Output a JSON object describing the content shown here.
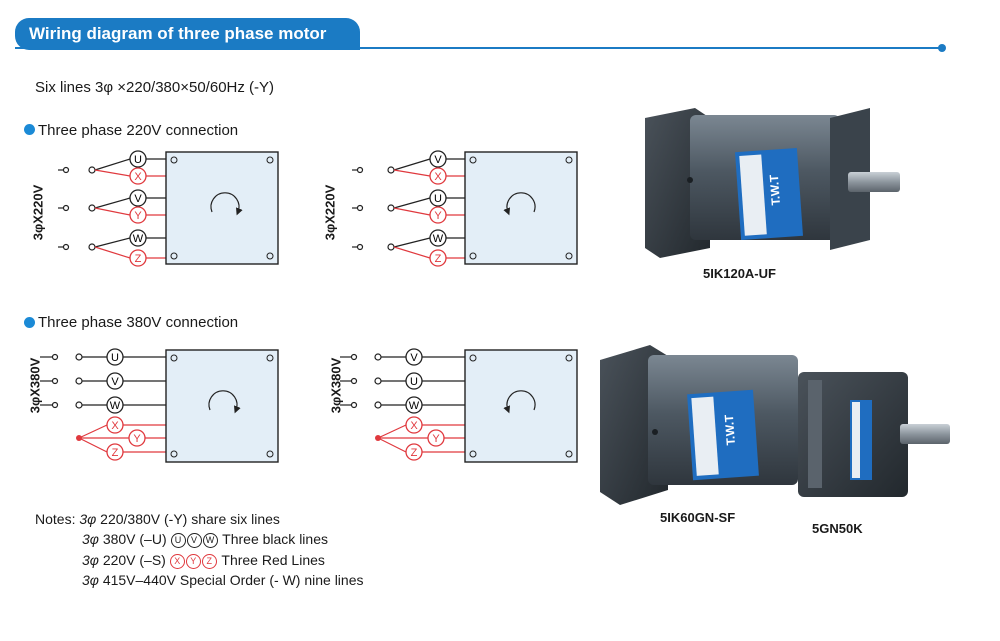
{
  "header": {
    "title": "Wiring diagram of three phase motor"
  },
  "spec_line": "Six lines 3φ ×220/380×50/60Hz (-Y)",
  "sections": {
    "s220": {
      "title": "Three phase 220V connection",
      "voltage": "3φX220V"
    },
    "s380": {
      "title": "Three phase 380V connection",
      "voltage": "3φX380V"
    }
  },
  "terminals": {
    "U": "U",
    "V": "V",
    "W": "W",
    "X": "X",
    "Y": "Y",
    "Z": "Z"
  },
  "colors": {
    "accent": "#1b7bc4",
    "red": "#e0393e",
    "motor_face": "#e3eef7",
    "motor_body": "#4a5560"
  },
  "products": {
    "p1": {
      "label": "5IK120A-UF"
    },
    "p2": {
      "label": "5IK60GN-SF"
    },
    "p3": {
      "label": "5GN50K"
    },
    "brand": "T.W.T"
  },
  "notes": {
    "heading": "Notes:",
    "l1": {
      "prefix": "3φ",
      "text": "220/380V (-Y) share six lines"
    },
    "l2": {
      "prefix": "3φ",
      "text": "380V (–U)",
      "suffix": "Three black lines"
    },
    "l3": {
      "prefix": "3φ",
      "text": "220V (–S)",
      "suffix": "Three Red Lines"
    },
    "l4": {
      "prefix": "3φ",
      "text": "415V–440V Special Order (- W) nine lines"
    }
  }
}
